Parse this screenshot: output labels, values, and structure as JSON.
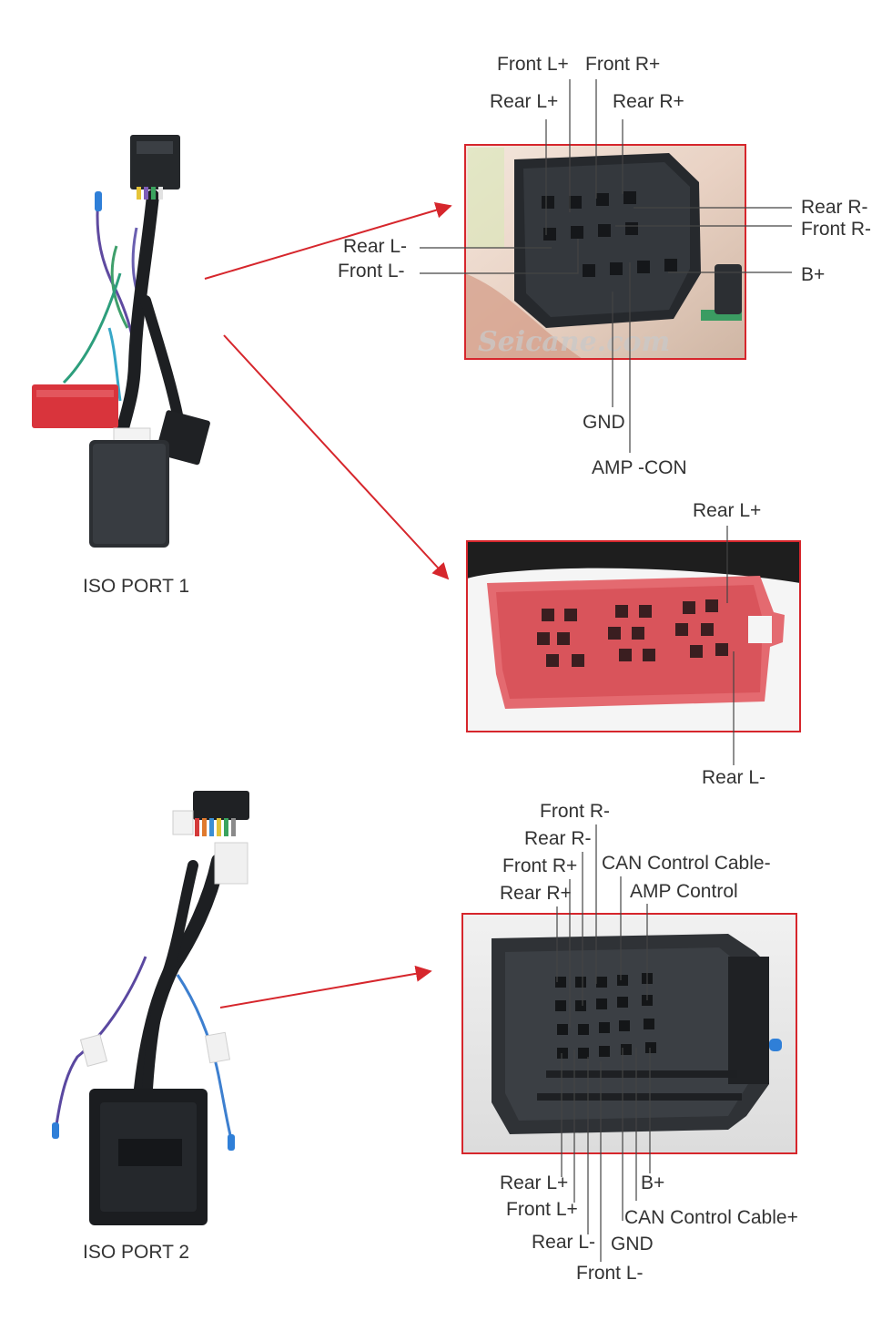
{
  "colors": {
    "accent": "#d6262c",
    "label_text": "#333333",
    "connector_black": "#2a2d30",
    "connector_red": "#e05a60"
  },
  "port1": {
    "caption": "ISO PORT 1",
    "black_connector": {
      "labels": {
        "front_lp": "Front L+",
        "front_rp": "Front R+",
        "rear_lp": "Rear L+",
        "rear_rp": "Rear R+",
        "rear_rm": "Rear R-",
        "front_rm": "Front R-",
        "rear_lm": "Rear L-",
        "front_lm": "Front L-",
        "bp": "B+",
        "gnd": "GND",
        "amp": "AMP -CON"
      },
      "watermark": "Seicane.com"
    },
    "red_connector": {
      "labels": {
        "rear_lp": "Rear L+",
        "rear_lm": "Rear L-"
      }
    }
  },
  "port2": {
    "caption": "ISO PORT 2",
    "connector": {
      "labels": {
        "front_rm": "Front R-",
        "rear_rm": "Rear R-",
        "front_rp": "Front R+",
        "rear_rp": "Rear R+",
        "can_minus": "CAN Control Cable-",
        "amp_ctrl": "AMP Control",
        "rear_lp": "Rear L+",
        "front_lp": "Front L+",
        "rear_lm": "Rear L-",
        "front_lm": "Front L-",
        "gnd": "GND",
        "bp": "B+",
        "can_plus": "CAN Control Cable+"
      }
    }
  }
}
